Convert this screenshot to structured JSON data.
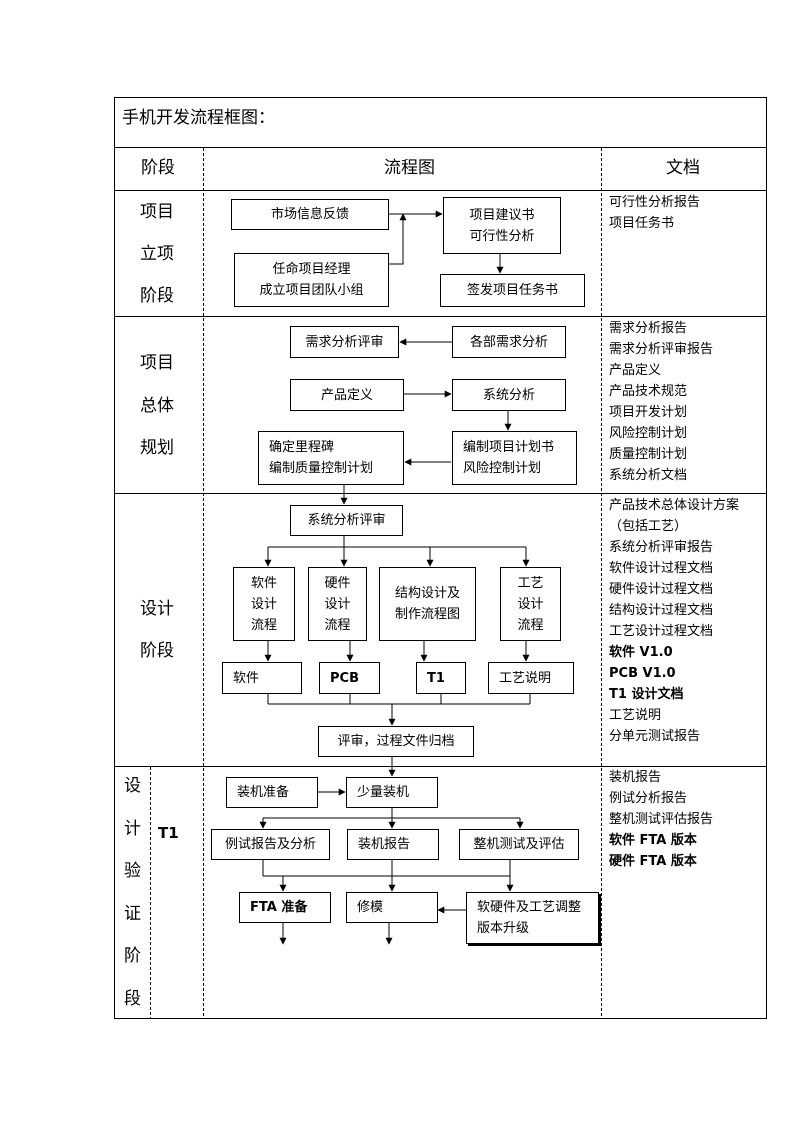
{
  "title": "手机开发流程框图：",
  "headers": {
    "stage": "阶段",
    "flow": "流程图",
    "docs": "文档"
  },
  "stages": {
    "s1": [
      "项目",
      "立项",
      "阶段"
    ],
    "s2": [
      "项目",
      "总体",
      "规划"
    ],
    "s3": [
      "设计",
      "阶段"
    ],
    "s4": [
      "设",
      "计",
      "验",
      "证",
      "阶",
      "段"
    ],
    "s4_sub": "T1"
  },
  "flow": {
    "market_feedback": "市场信息反馈",
    "appoint_pm": "任命项目经理\n成立项目团队小组",
    "proposal": "项目建议书\n可行性分析",
    "issue_task": "签发项目任务书",
    "req_review": "需求分析评审",
    "dept_req": "各部需求分析",
    "product_def": "产品定义",
    "system_analysis": "系统分析",
    "milestone": "确定里程碑\n编制质量控制计划",
    "project_plan": "编制项目计划书\n风险控制计划",
    "sys_review": "系统分析评审",
    "sw_flow": "软件\n设计\n流程",
    "hw_flow": "硬件\n设计\n流程",
    "struct_flow": "结构设计及\n制作流程图",
    "proc_flow": "工艺\n设计\n流程",
    "sw": "软件",
    "pcb": "PCB",
    "t1": "T1",
    "proc_desc": "工艺说明",
    "review_archive": "评审，过程文件归档",
    "assembly_prep": "装机准备",
    "small_assembly": "少量装机",
    "trial_report": "例试报告及分析",
    "assembly_report": "装机报告",
    "full_test": "整机测试及评估",
    "fta_prep": "FTA 准备",
    "mold_fix": "修模",
    "upgrade": "软硬件及工艺调整\n版本升级"
  },
  "docs": {
    "s1": [
      "可行性分析报告",
      "项目任务书"
    ],
    "s2": [
      "需求分析报告",
      "需求分析评审报告",
      "产品定义",
      "产品技术规范",
      "项目开发计划",
      "风险控制计划",
      "质量控制计划",
      "系统分析文档"
    ],
    "s3": [
      "产品技术总体设计方案",
      "（包括工艺）",
      "系统分析评审报告",
      "软件设计过程文档",
      "硬件设计过程文档",
      "结构设计过程文档",
      "工艺设计过程文档",
      "软件 V1.0",
      "PCB V1.0",
      "T1 设计文档",
      "工艺说明",
      "分单元测试报告"
    ],
    "s4": [
      "装机报告",
      "例试分析报告",
      "整机测试评估报告",
      "软件 FTA 版本",
      "硬件 FTA 版本"
    ]
  }
}
